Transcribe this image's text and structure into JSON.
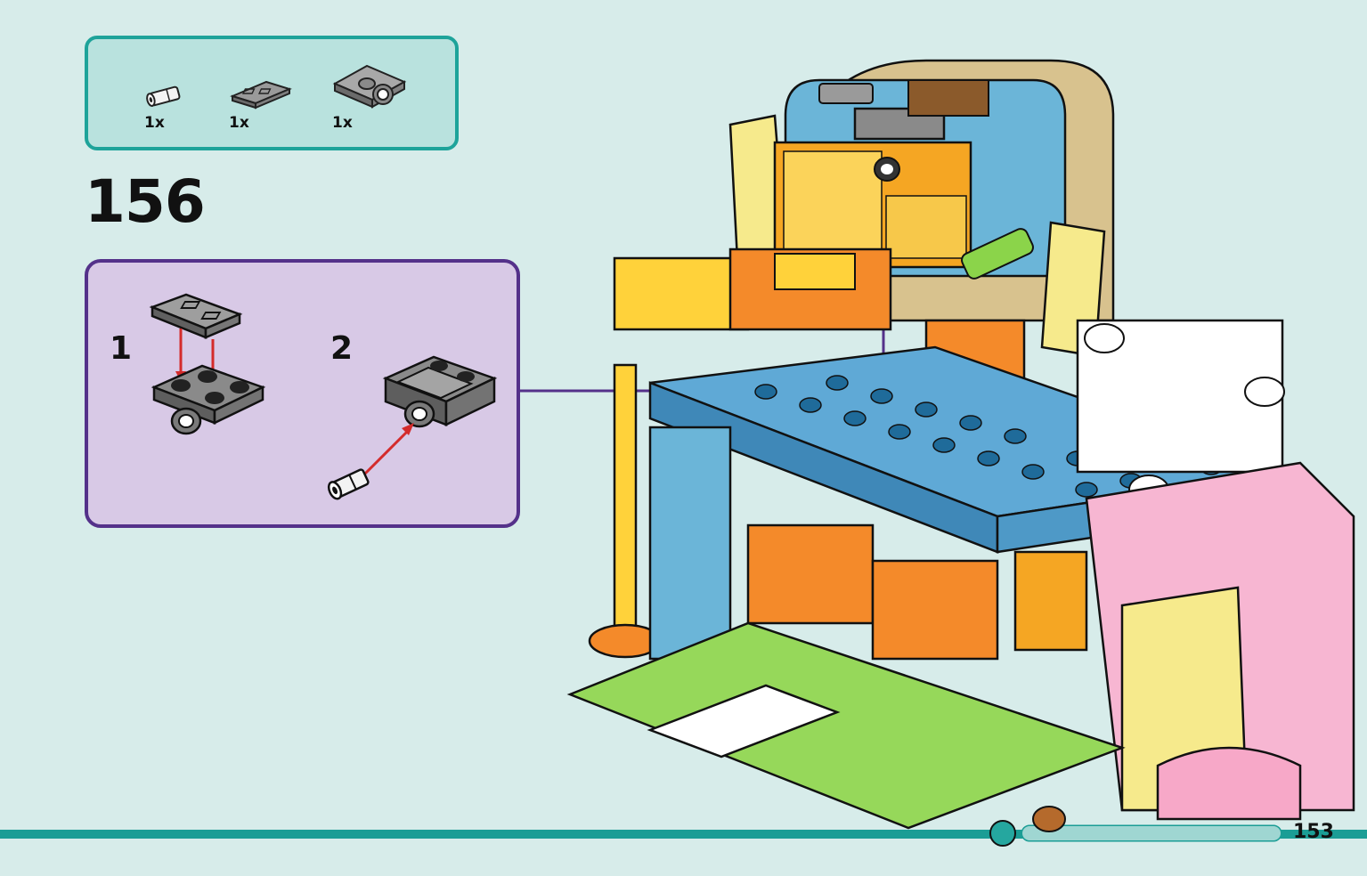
{
  "parts_list": {
    "items": [
      {
        "name": "technic-pin-icon",
        "qty": "1x"
      },
      {
        "name": "tile-plate-icon",
        "qty": "1x"
      },
      {
        "name": "plate-with-pin-hole-icon",
        "qty": "1x"
      }
    ]
  },
  "step": {
    "number": "156",
    "substeps": [
      {
        "label": "1"
      },
      {
        "label": "2"
      }
    ]
  },
  "footer": {
    "page_number": "153"
  },
  "colors": {
    "parts_border": "#1ea39a",
    "substep_border": "#54318a",
    "arrow": "#d42b2b",
    "callout_line": "#54318a"
  }
}
